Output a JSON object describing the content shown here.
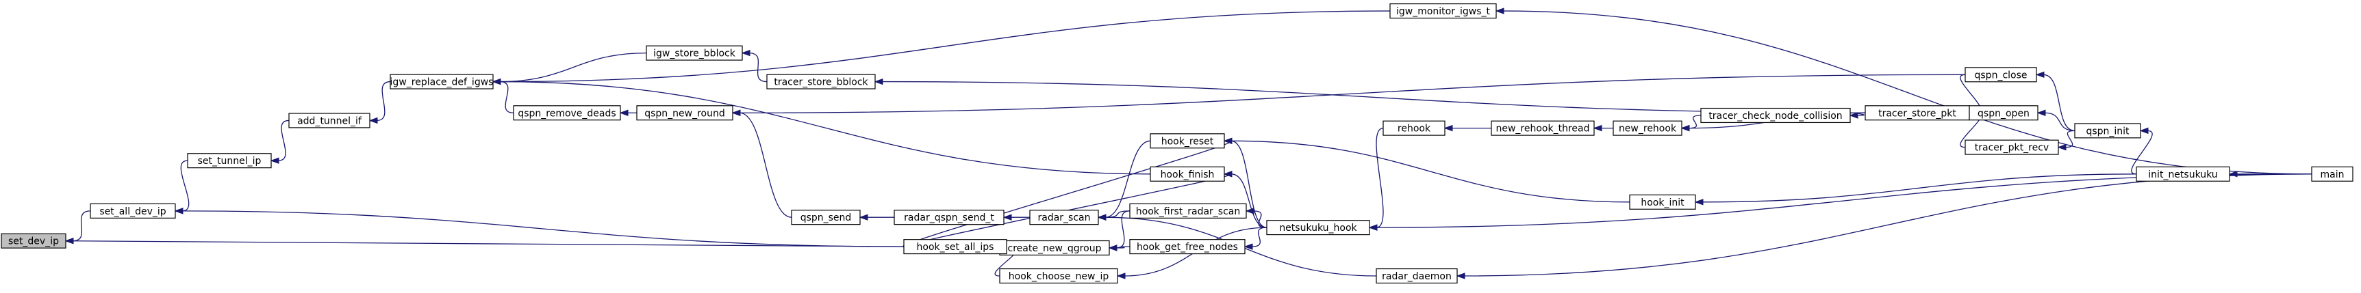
{
  "graph": {
    "current_node": "set_dev_ip",
    "colors": {
      "edge": "#191970",
      "node_border": "#000000",
      "node_fill": "#ffffff",
      "current_fill": "#bfbfbf"
    },
    "nodes": [
      {
        "id": "set_dev_ip",
        "label": "set_dev_ip"
      },
      {
        "id": "set_all_dev_ip",
        "label": "set_all_dev_ip"
      },
      {
        "id": "set_tunnel_ip",
        "label": "set_tunnel_ip"
      },
      {
        "id": "add_tunnel_if",
        "label": "add_tunnel_if"
      },
      {
        "id": "igw_replace_def_igws",
        "label": "igw_replace_def_igws"
      },
      {
        "id": "igw_monitor_igws_t",
        "label": "igw_monitor_igws_t"
      },
      {
        "id": "igw_store_bblock",
        "label": "igw_store_bblock"
      },
      {
        "id": "tracer_store_bblock",
        "label": "tracer_store_bblock"
      },
      {
        "id": "qspn_remove_deads",
        "label": "qspn_remove_deads"
      },
      {
        "id": "qspn_new_round",
        "label": "qspn_new_round"
      },
      {
        "id": "qspn_send",
        "label": "qspn_send"
      },
      {
        "id": "radar_qspn_send_t",
        "label": "radar_qspn_send_t"
      },
      {
        "id": "hook_reset",
        "label": "hook_reset"
      },
      {
        "id": "hook_finish",
        "label": "hook_finish"
      },
      {
        "id": "radar_scan",
        "label": "radar_scan"
      },
      {
        "id": "hook_first_radar_scan",
        "label": "hook_first_radar_scan"
      },
      {
        "id": "create_new_qgroup",
        "label": "create_new_qgroup"
      },
      {
        "id": "hook_get_free_nodes",
        "label": "hook_get_free_nodes"
      },
      {
        "id": "hook_set_all_ips",
        "label": "hook_set_all_ips"
      },
      {
        "id": "hook_choose_new_ip",
        "label": "hook_choose_new_ip"
      },
      {
        "id": "netsukuku_hook",
        "label": "netsukuku_hook"
      },
      {
        "id": "radar_daemon",
        "label": "radar_daemon"
      },
      {
        "id": "rehook",
        "label": "rehook"
      },
      {
        "id": "new_rehook_thread",
        "label": "new_rehook_thread"
      },
      {
        "id": "new_rehook",
        "label": "new_rehook"
      },
      {
        "id": "tracer_check_node_collision",
        "label": "tracer_check_node_collision"
      },
      {
        "id": "tracer_store_pkt",
        "label": "tracer_store_pkt"
      },
      {
        "id": "hook_init",
        "label": "hook_init"
      },
      {
        "id": "qspn_close",
        "label": "qspn_close"
      },
      {
        "id": "qspn_open",
        "label": "qspn_open"
      },
      {
        "id": "tracer_pkt_recv",
        "label": "tracer_pkt_recv"
      },
      {
        "id": "qspn_init",
        "label": "qspn_init"
      },
      {
        "id": "init_netsukuku",
        "label": "init_netsukuku"
      },
      {
        "id": "main",
        "label": "main"
      }
    ],
    "edges": [
      {
        "from": "set_all_dev_ip",
        "to": "set_dev_ip"
      },
      {
        "from": "hook_set_all_ips",
        "to": "set_dev_ip"
      },
      {
        "from": "set_tunnel_ip",
        "to": "set_all_dev_ip"
      },
      {
        "from": "hook_set_all_ips",
        "to": "set_all_dev_ip"
      },
      {
        "from": "add_tunnel_if",
        "to": "set_tunnel_ip"
      },
      {
        "from": "igw_replace_def_igws",
        "to": "add_tunnel_if"
      },
      {
        "from": "igw_monitor_igws_t",
        "to": "igw_replace_def_igws"
      },
      {
        "from": "igw_store_bblock",
        "to": "igw_replace_def_igws"
      },
      {
        "from": "qspn_remove_deads",
        "to": "igw_replace_def_igws"
      },
      {
        "from": "hook_finish",
        "to": "igw_replace_def_igws"
      },
      {
        "from": "main",
        "to": "igw_monitor_igws_t"
      },
      {
        "from": "tracer_store_bblock",
        "to": "igw_store_bblock"
      },
      {
        "from": "tracer_store_pkt",
        "to": "tracer_store_bblock"
      },
      {
        "from": "qspn_new_round",
        "to": "qspn_remove_deads"
      },
      {
        "from": "qspn_close",
        "to": "qspn_new_round"
      },
      {
        "from": "qspn_send",
        "to": "qspn_new_round"
      },
      {
        "from": "radar_qspn_send_t",
        "to": "qspn_send"
      },
      {
        "from": "radar_scan",
        "to": "radar_qspn_send_t"
      },
      {
        "from": "hook_reset",
        "to": "radar_scan"
      },
      {
        "from": "hook_first_radar_scan",
        "to": "radar_scan"
      },
      {
        "from": "radar_daemon",
        "to": "radar_scan"
      },
      {
        "from": "hook_set_all_ips",
        "to": "hook_reset"
      },
      {
        "from": "hook_set_all_ips",
        "to": "hook_finish"
      },
      {
        "from": "create_new_qgroup",
        "to": "hook_set_all_ips"
      },
      {
        "from": "hook_choose_new_ip",
        "to": "hook_set_all_ips"
      },
      {
        "from": "hook_get_free_nodes",
        "to": "create_new_qgroup"
      },
      {
        "from": "hook_first_radar_scan",
        "to": "create_new_qgroup"
      },
      {
        "from": "netsukuku_hook",
        "to": "hook_reset"
      },
      {
        "from": "netsukuku_hook",
        "to": "hook_finish"
      },
      {
        "from": "netsukuku_hook",
        "to": "hook_first_radar_scan"
      },
      {
        "from": "netsukuku_hook",
        "to": "hook_get_free_nodes"
      },
      {
        "from": "netsukuku_hook",
        "to": "hook_choose_new_ip"
      },
      {
        "from": "hook_init",
        "to": "hook_reset"
      },
      {
        "from": "rehook",
        "to": "netsukuku_hook"
      },
      {
        "from": "main",
        "to": "netsukuku_hook"
      },
      {
        "from": "new_rehook_thread",
        "to": "rehook"
      },
      {
        "from": "new_rehook",
        "to": "new_rehook_thread"
      },
      {
        "from": "tracer_check_node_collision",
        "to": "new_rehook"
      },
      {
        "from": "tracer_store_pkt",
        "to": "new_rehook"
      },
      {
        "from": "tracer_store_pkt",
        "to": "tracer_check_node_collision"
      },
      {
        "from": "qspn_close",
        "to": "tracer_store_pkt"
      },
      {
        "from": "qspn_open",
        "to": "tracer_store_pkt"
      },
      {
        "from": "tracer_pkt_recv",
        "to": "tracer_store_pkt"
      },
      {
        "from": "qspn_init",
        "to": "qspn_close"
      },
      {
        "from": "qspn_init",
        "to": "qspn_open"
      },
      {
        "from": "qspn_init",
        "to": "tracer_pkt_recv"
      },
      {
        "from": "init_netsukuku",
        "to": "qspn_init"
      },
      {
        "from": "main",
        "to": "init_netsukuku"
      },
      {
        "from": "init_netsukuku",
        "to": "hook_init"
      },
      {
        "from": "main",
        "to": "radar_daemon"
      }
    ]
  }
}
